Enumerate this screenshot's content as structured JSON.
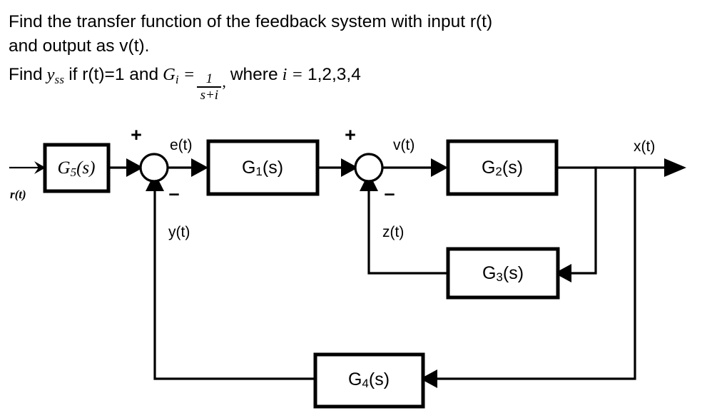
{
  "problem": {
    "line1": "Find the transfer function of the feedback system with input r(t)",
    "line2": "and output as v(t).",
    "line3_pre": "Find",
    "line3_y": "y",
    "line3_y_sub": "ss",
    "line3_mid": "if r(t)=1 and",
    "line3_G": "G",
    "line3_G_sub": "i",
    "line3_eq": "=",
    "frac_num": "1",
    "frac_den": "s+i",
    "frac_comma": ",",
    "line3_where": "where",
    "line3_i": "i",
    "line3_eq2": "=",
    "line3_values": "1,2,3,4"
  },
  "diagram": {
    "blocks": [
      {
        "id": "g5",
        "label_main": "G",
        "label_sub": "5",
        "label_tail": "(s)",
        "style": "serif"
      },
      {
        "id": "g1",
        "label_main": "G",
        "label_sub": "1",
        "label_tail": "(s)",
        "style": "sans"
      },
      {
        "id": "g2",
        "label_main": "G",
        "label_sub": "2",
        "label_tail": "(s)",
        "style": "sans"
      },
      {
        "id": "g3",
        "label_main": "G",
        "label_sub": "3",
        "label_tail": "(s)",
        "style": "sans"
      },
      {
        "id": "g4",
        "label_main": "G",
        "label_sub": "4",
        "label_tail": "(s)",
        "style": "sans"
      }
    ],
    "signals": {
      "input": "r(t)",
      "error": "e(t)",
      "v": "v(t)",
      "x": "x(t)",
      "y": "y(t)",
      "z": "z(t)"
    },
    "signs": {
      "sum1_plus": "+",
      "sum1_minus": "–",
      "sum2_plus": "+",
      "sum2_minus": "–"
    }
  },
  "colors": {
    "ink": "#000000",
    "paper": "#ffffff"
  }
}
